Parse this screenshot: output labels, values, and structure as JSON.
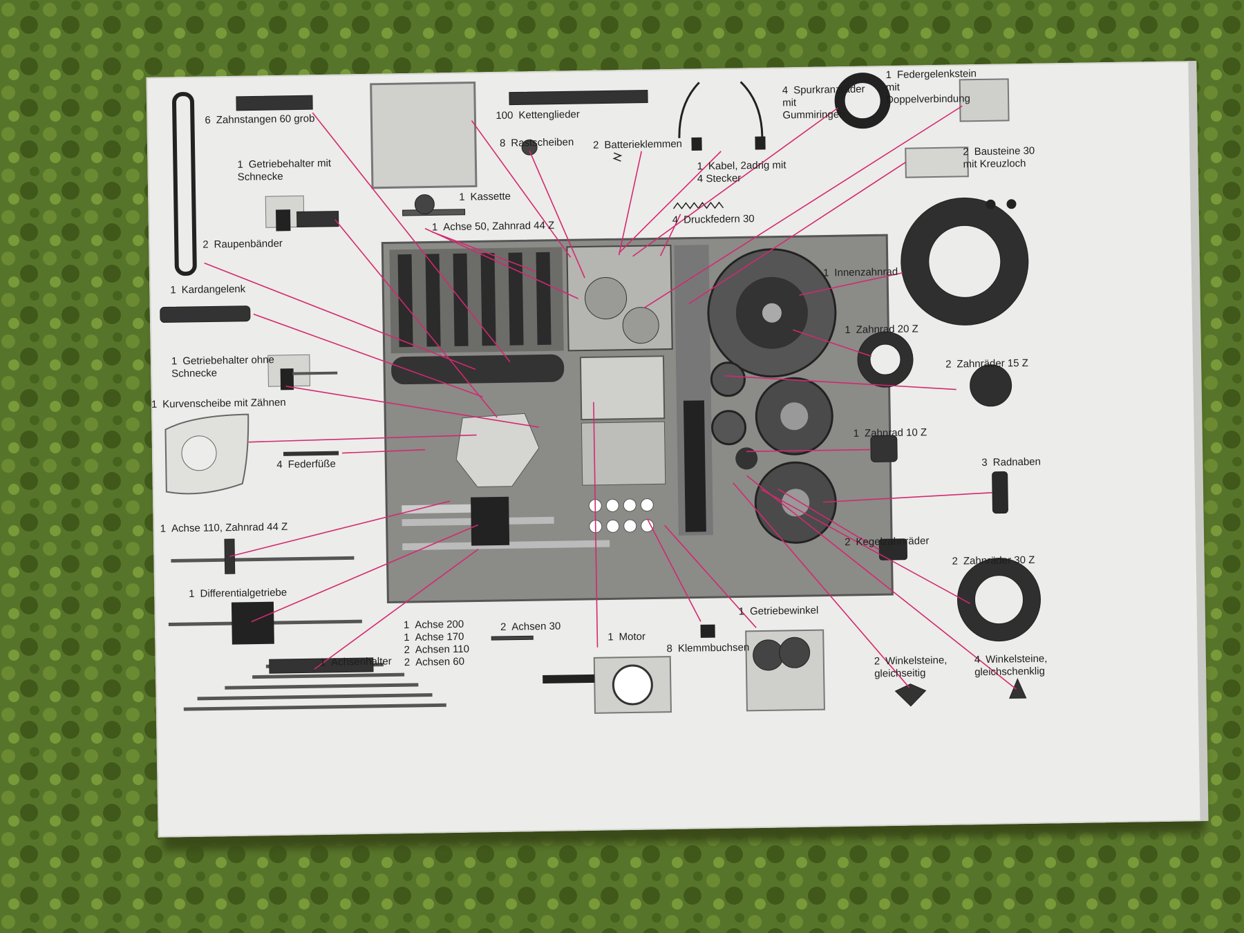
{
  "colors": {
    "accent": "#d4286f",
    "board": "#ececea",
    "carpet": "#4f6b1f"
  },
  "parts": [
    {
      "qty": "6",
      "name": "Zahnstangen 60 grob"
    },
    {
      "qty": "1",
      "name": "Getriebehalter mit Schnecke"
    },
    {
      "qty": "2",
      "name": "Raupenbänder"
    },
    {
      "qty": "1",
      "name": "Kardangelenk"
    },
    {
      "qty": "1",
      "name": "Getriebehalter ohne Schnecke"
    },
    {
      "qty": "1",
      "name": "Kurvenscheibe mit Zähnen"
    },
    {
      "qty": "4",
      "name": "Federfüße"
    },
    {
      "qty": "1",
      "name": "Achse 110, Zahnrad 44 Z"
    },
    {
      "qty": "1",
      "name": "Differentialgetriebe"
    },
    {
      "qty": "1",
      "name": "Achsenhalter"
    },
    {
      "qty": "1",
      "name": "Achse 200"
    },
    {
      "qty": "1",
      "name": "Achse 170"
    },
    {
      "qty": "2",
      "name": "Achsen 110"
    },
    {
      "qty": "2",
      "name": "Achsen 60"
    },
    {
      "qty": "2",
      "name": "Achsen 30"
    },
    {
      "qty": "1",
      "name": "Motor"
    },
    {
      "qty": "8",
      "name": "Klemmbuchsen"
    },
    {
      "qty": "1",
      "name": "Getriebewinkel"
    },
    {
      "qty": "2",
      "name": "Winkelsteine, gleichseitig"
    },
    {
      "qty": "4",
      "name": "Winkelsteine, gleichschenklig"
    },
    {
      "qty": "2",
      "name": "Zahnräder 30 Z"
    },
    {
      "qty": "2",
      "name": "Kegelzahnräder"
    },
    {
      "qty": "3",
      "name": "Radnaben"
    },
    {
      "qty": "1",
      "name": "Zahnrad 10 Z"
    },
    {
      "qty": "2",
      "name": "Zahnräder 15 Z"
    },
    {
      "qty": "1",
      "name": "Zahnrad 20 Z"
    },
    {
      "qty": "1",
      "name": "Innenzahnrad"
    },
    {
      "qty": "2",
      "name": "Bausteine 30 mit Kreuzloch"
    },
    {
      "qty": "1",
      "name": "Federgelenkstein mit Doppelverbindung"
    },
    {
      "qty": "4",
      "name": "Spurkranzräder mit Gummiringen"
    },
    {
      "qty": "1",
      "name": "Kabel, 2adrig mit 4 Stecker"
    },
    {
      "qty": "4",
      "name": "Druckfedern 30"
    },
    {
      "qty": "2",
      "name": "Batterieklemmen"
    },
    {
      "qty": "8",
      "name": "Rastscheiben"
    },
    {
      "qty": "100",
      "name": "Kettenglieder"
    },
    {
      "qty": "1",
      "name": "Kassette"
    },
    {
      "qty": "1",
      "name": "Achse 50, Zahnrad 44 Z"
    }
  ]
}
